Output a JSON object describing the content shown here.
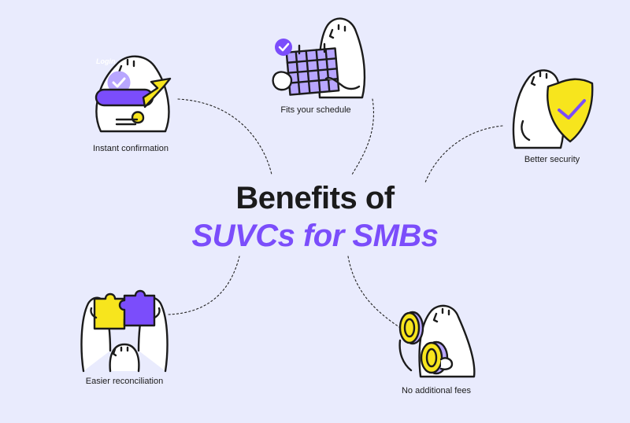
{
  "title": {
    "line1": "Benefits of",
    "line2": "SUVCs for SMBs"
  },
  "benefits": [
    {
      "label": "Instant confirmation",
      "icon": "login-confirm-icon",
      "badge": "Login"
    },
    {
      "label": "Fits your schedule",
      "icon": "calendar-icon"
    },
    {
      "label": "Better security",
      "icon": "shield-check-icon"
    },
    {
      "label": "Easier reconciliation",
      "icon": "puzzle-icon"
    },
    {
      "label": "No additional fees",
      "icon": "coins-icon"
    }
  ],
  "colors": {
    "background": "#e9ebfd",
    "accent": "#7b4dfb",
    "yellow": "#f7e51d",
    "lavender": "#b8a6ff",
    "ink": "#1b1b1b"
  }
}
